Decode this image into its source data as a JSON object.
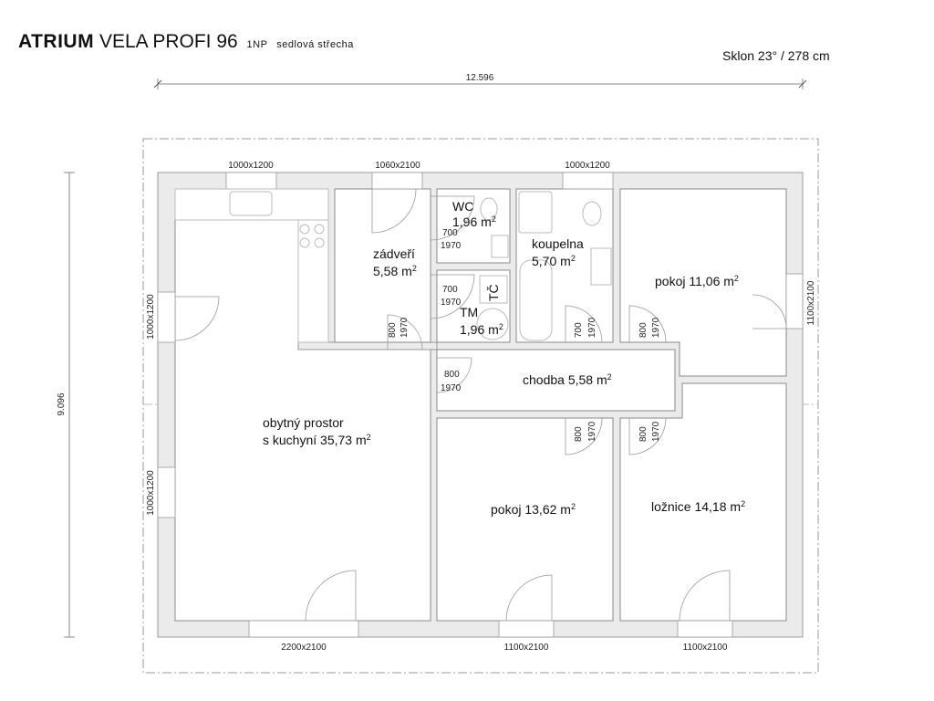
{
  "header": {
    "title_bold": "ATRIUM",
    "title_rest": "VELA PROFI 96",
    "floor": "1NP",
    "roof": "sedlová střecha",
    "slope": "Sklon 23° / 278 cm"
  },
  "dimensions": {
    "width": "12.596",
    "height": "9.096"
  },
  "rooms": {
    "living": {
      "line1": "obytný prostor",
      "line2": "s kuchyní 35,73 m",
      "sup": "2"
    },
    "entry": {
      "name": "zádveří",
      "area": "5,58 m",
      "sup": "2"
    },
    "wc": {
      "name": "WC",
      "area": "1,96 m",
      "sup": "2"
    },
    "tm": {
      "name": "TM",
      "area": "1,96 m",
      "sup": "2"
    },
    "bath": {
      "name": "koupelna",
      "area": "5,70 m",
      "sup": "2"
    },
    "room1": {
      "label": "pokoj 11,06 m",
      "sup": "2"
    },
    "hall": {
      "label": "chodba 5,58 m",
      "sup": "2"
    },
    "room2": {
      "label": "pokoj 13,62 m",
      "sup": "2"
    },
    "bedroom": {
      "label": "ložnice 14,18 m",
      "sup": "2"
    },
    "tc": "TČ"
  },
  "windows": {
    "kitchen_top": "1000x1200",
    "entry_door": "1060x2100",
    "bath_top": "1000x1200",
    "left_top": "1000x1200",
    "left_bottom": "1000x1200",
    "right": "1100x2100",
    "living_bottom": "2200x2100",
    "room2_bottom": "1100x2100",
    "bedroom_bottom": "1100x2100"
  },
  "doors": {
    "w700": "700",
    "w800": "800",
    "h1970": "1970"
  }
}
